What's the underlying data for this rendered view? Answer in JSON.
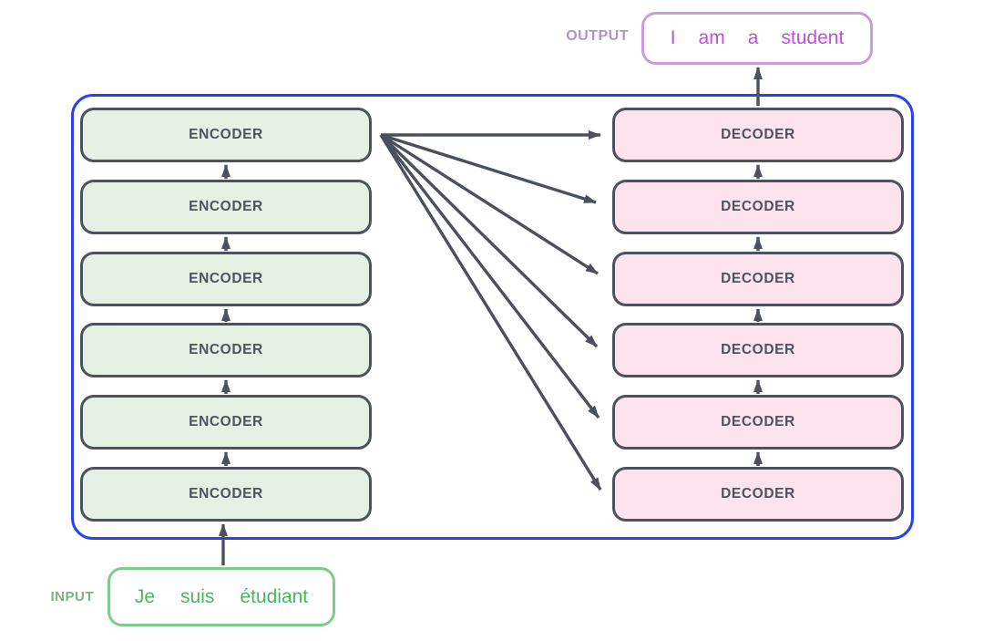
{
  "labels": {
    "output": "OUTPUT",
    "input": "INPUT"
  },
  "output_sentence": {
    "words": [
      "I",
      "am",
      "a",
      "student"
    ]
  },
  "input_sentence": {
    "words": [
      "Je",
      "suis",
      "étudiant"
    ]
  },
  "encoder_stack": {
    "box_label": "ENCODER",
    "count": 6
  },
  "decoder_stack": {
    "box_label": "DECODER",
    "count": 6
  },
  "colors": {
    "container_border_blue": "#2a41f0",
    "arrow_gray": "#4b515c",
    "box_border_gray": "#4d525c",
    "box_label_gray": "#4d535e",
    "encoder_fill_green": "#e5f1e3",
    "decoder_fill_pink": "#fce3ee",
    "output_box_border_purple": "#c99ddb",
    "output_text_purple": "#c44ce0",
    "output_label_muted_purple": "#b693c7",
    "input_box_border_green": "#7fcb8e",
    "input_text_green": "#4bb660",
    "input_label_muted_green": "#7fb089"
  }
}
